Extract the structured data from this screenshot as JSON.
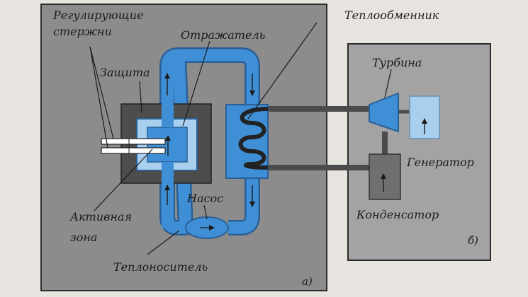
{
  "labels": {
    "control_rods_line1": "Регулирующие",
    "control_rods_line2": "стержни",
    "shield": "Защита",
    "reflector": "Отражатель",
    "heat_exchanger": "Теплообменник",
    "turbine": "Турбина",
    "generator": "Генератор",
    "core_line1": "Активная",
    "core_line2": "зона",
    "pump": "Насос",
    "condenser": "Конденсатор",
    "coolant": "Теплоноситель",
    "part_a": "а)",
    "part_b": "б)"
  },
  "colors": {
    "page_background": "#e7e4df",
    "panel_fill": "#8c8c8c",
    "panel_b_fill": "#a3a3a3",
    "shield_fill": "#4d4d4d",
    "pipe_blue": "#3f8fd6",
    "light_blue": "#a9cfef",
    "dark_loop": "#4b4b4b",
    "condenser_fill": "#6f6f6f"
  }
}
